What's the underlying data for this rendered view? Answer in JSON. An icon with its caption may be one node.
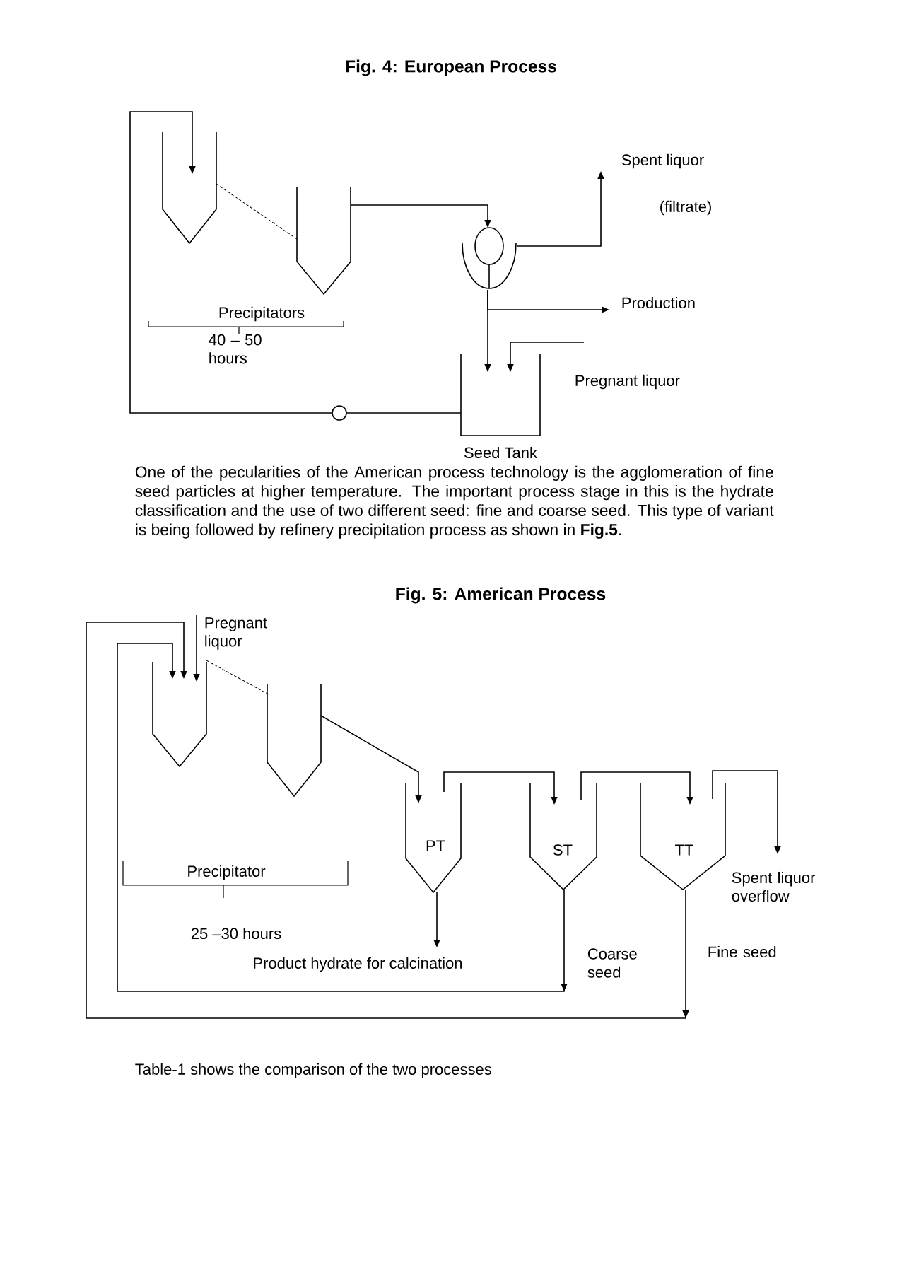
{
  "diagram": {
    "title": "Fig. 4:  European Process",
    "nodes": [
      {
        "text": [],
        "shape": "tank"
      },
      {
        "text": [],
        "shape": "tank"
      },
      {
        "text": [],
        "shape": "circle"
      },
      {
        "text": [
          "Seed Tank"
        ]
      },
      {
        "text": [
          "Spent liquor"
        ],
        "beside": [
          "(filtrate)"
        ]
      },
      {
        "text": [
          "Production"
        ]
      },
      {
        "text": [
          "Pregnant liquor"
        ]
      },
      {
        "text": [],
        "shape": "circle"
      },
      {
        "text": [
          "Pregnant liquor"
        ]
      },
      {
        "text": [],
        "shape": "tank"
      },
      {
        "text": [],
        "shape": "tank"
      },
      {
        "text": [
          "PT"
        ]
      },
      {
        "text": [
          "ST"
        ]
      },
      {
        "text": [
          "TT"
        ]
      },
      {
        "text": [
          "Spent liquor overflow"
        ]
      },
      {
        "text": [
          "Product hydrate for calcination"
        ]
      }
    ],
    "edges": [
      {
        "from": 0,
        "to": 1,
        "arrow": "none",
        "style": "dashed"
      },
      {
        "from": 1,
        "to": 2,
        "arrow": "to"
      },
      {
        "from": 2,
        "to": 4,
        "arrow": "to"
      },
      {
        "from": 2,
        "to": 5,
        "arrow": "to"
      },
      {
        "from": 2,
        "to": 3,
        "arrow": "to"
      },
      {
        "from": 6,
        "to": 3,
        "arrow": "to"
      },
      {
        "from": 3,
        "to": 7,
        "arrow": "none"
      },
      {
        "from": 7,
        "to": 0,
        "arrow": "to"
      },
      {
        "from": 8,
        "to": 9,
        "arrow": "to"
      },
      {
        "from": 9,
        "to": 10,
        "arrow": "none",
        "style": "dashed"
      },
      {
        "from": 10,
        "to": 11,
        "arrow": "to"
      },
      {
        "from": 11,
        "to": 12,
        "arrow": "to"
      },
      {
        "from": 12,
        "to": 13,
        "arrow": "to"
      },
      {
        "from": 13,
        "to": 14,
        "arrow": "to"
      },
      {
        "from": 11,
        "to": 15,
        "arrow": "to"
      },
      {
        "from": 12,
        "to": 9,
        "arrow": "to",
        "label": "Coarse seed"
      },
      {
        "from": 13,
        "to": 9,
        "arrow": "to",
        "label": "Fine seed"
      }
    ],
    "labels": [
      "Precipitators",
      "40 – 50 hours",
      "One of the pecularities of the American process technology is the agglomeration of fine seed particles at higher temperature. The important process stage in this is the hydrate classification and the use of two different seed: fine and coarse seed. This type of variant is being followed by refinery precipitation process as shown in **Fig.5**.",
      "Fig. 5:  American Process",
      "Precipitator",
      "25 –30 hours",
      "Table-1 shows the comparison of the two processes"
    ]
  }
}
